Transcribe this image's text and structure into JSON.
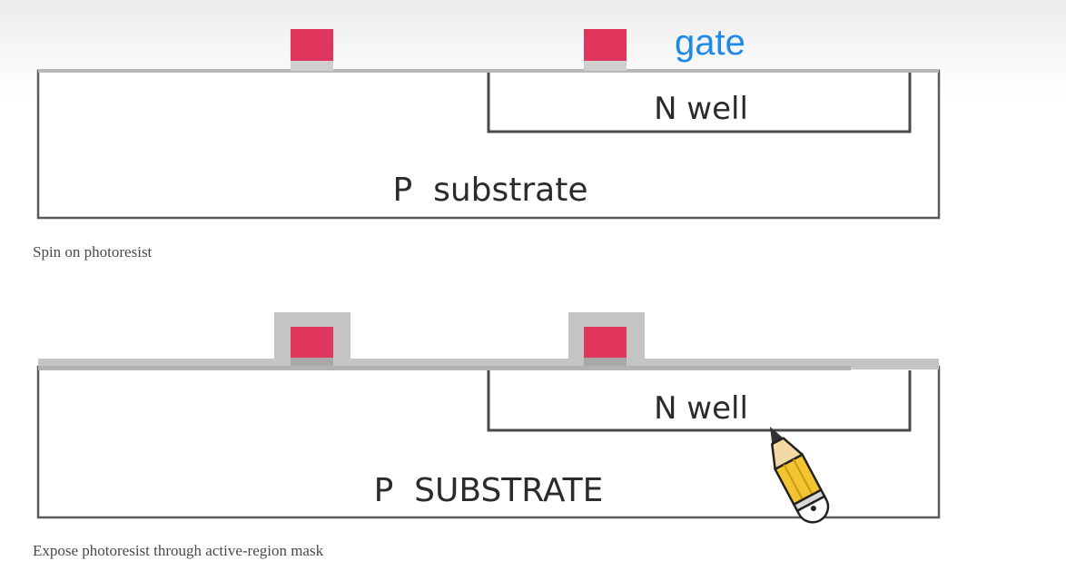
{
  "diagram": {
    "step1": {
      "gate_label": "gate",
      "nwell_label": "N well",
      "substrate_label": "P  substrate",
      "caption": "Spin on photoresist"
    },
    "step2": {
      "nwell_label": "N well",
      "substrate_label": "P  SUBSTRATE",
      "caption": "Expose photoresist through active-region mask"
    },
    "colors": {
      "gate": "#e0365e",
      "oxide": "#cfcfcf",
      "photoresist": "#c4c4c4",
      "outline": "#4a4a4a",
      "gate_label": "#1e8ae8"
    },
    "icons": [
      "pencil-cursor-icon"
    ]
  }
}
